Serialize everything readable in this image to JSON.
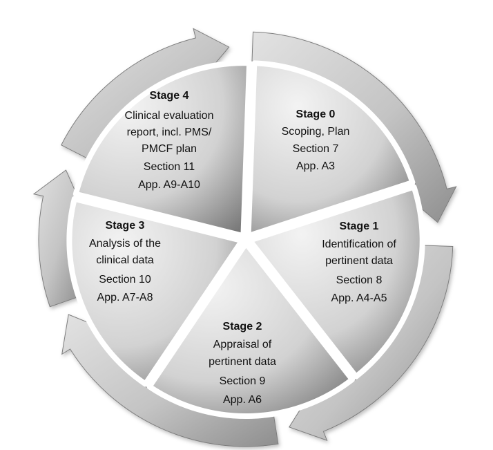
{
  "stages": [
    {
      "title": "Stage 0",
      "lines": [
        "Scoping, Plan",
        "Section 7",
        "App. A3"
      ]
    },
    {
      "title": "Stage 1",
      "lines": [
        "Identification of",
        "pertinent data",
        "Section 8",
        "App. A4-A5"
      ]
    },
    {
      "title": "Stage 2",
      "lines": [
        "Appraisal of",
        "pertinent data",
        "Section 9",
        "App. A6"
      ]
    },
    {
      "title": "Stage 3",
      "lines": [
        "Analysis of the",
        "clinical data",
        "Section 10",
        "App. A7-A8"
      ]
    },
    {
      "title": "Stage 4",
      "lines": [
        "Clinical evaluation",
        "report, incl. PMS/",
        "PMCF plan",
        "Section 11",
        "App. A9-A10"
      ]
    }
  ],
  "colors": {
    "ring_light": "#e2e2e2",
    "ring_mid": "#c4c4c4",
    "ring_dark": "#8e8e8e",
    "ring_edge": "#7d7d7d",
    "slice_light": "#f3f3f3",
    "slice_mid": "#d2d2d2",
    "slice_dark": "#5a5a5a"
  }
}
